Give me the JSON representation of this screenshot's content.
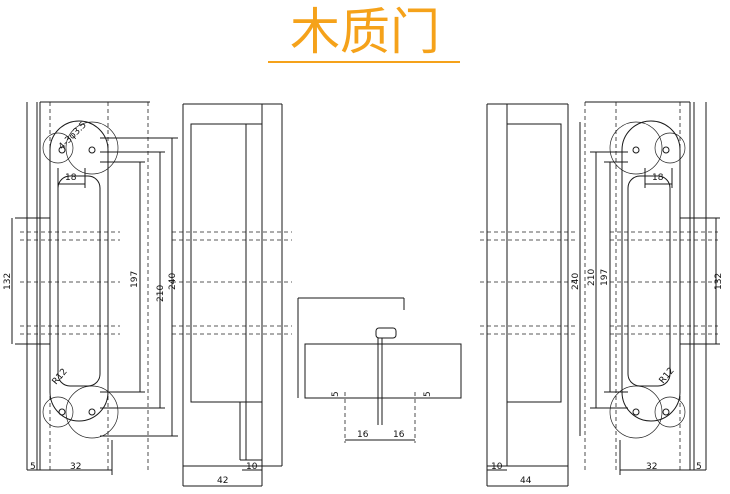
{
  "title": "木质门",
  "colors": {
    "title": "#f5a21a",
    "lines": "#1a1a1a"
  },
  "views": {
    "left_front": {
      "dims": [
        "5",
        "32",
        "18",
        "132",
        "197",
        "210",
        "240",
        "4-3φ3.5",
        "R12"
      ]
    },
    "left_side": {
      "dims": [
        "42",
        "10"
      ]
    },
    "top_center": {
      "dims": [
        "16",
        "16",
        "5",
        "5"
      ]
    },
    "right_side": {
      "dims": [
        "10",
        "44",
        "240"
      ]
    },
    "right_front": {
      "dims": [
        "18",
        "210",
        "197",
        "132",
        "R12",
        "32",
        "5"
      ]
    }
  }
}
